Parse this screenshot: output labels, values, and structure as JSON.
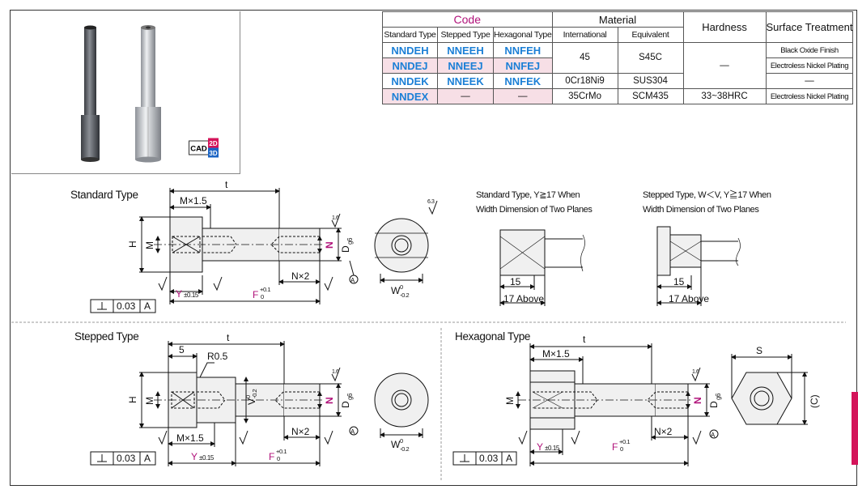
{
  "table": {
    "code_header": "Code",
    "material_header": "Material",
    "hardness_header": "Hardness",
    "surface_header": "Surface Treatment",
    "sub_headers": [
      "Standard Type",
      "Stepped Type",
      "Hexagonal Type",
      "International",
      "Equivalent"
    ],
    "rows": [
      {
        "standard": "NNDEH",
        "stepped": "NNEEH",
        "hexagonal": "NNFEH",
        "surface": "Black Oxide Finish"
      },
      {
        "standard": "NNDEJ",
        "stepped": "NNEEJ",
        "hexagonal": "NNFEJ",
        "surface": "Electroless Nickel Plating"
      },
      {
        "standard": "NNDEK",
        "stepped": "NNEEK",
        "hexagonal": "NNFEK",
        "international": "0Cr18Ni9",
        "equivalent": "SUS304",
        "surface": "—"
      },
      {
        "standard": "NNDEX",
        "stepped": "—",
        "hexagonal": "—",
        "international": "35CrMo",
        "equivalent": "SCM435",
        "hardness": "33~38HRC",
        "surface": "Electroless Nickel Plating"
      }
    ],
    "merged_international": "45",
    "merged_equivalent": "S45C",
    "merged_hardness": "—"
  },
  "cad_badge": {
    "text": "CAD",
    "tag_top": "2D",
    "tag_bottom": "3D"
  },
  "sections": {
    "standard": "Standard Type",
    "stepped": "Stepped Type",
    "hexagonal": "Hexagonal Type",
    "note_standard_1": "Standard Type, Y≧17 When",
    "note_standard_2": "Width Dimension of Two Planes",
    "note_stepped_1": "Stepped Type, W＜V, Y≧17 When",
    "note_stepped_2": "Width Dimension of Two Planes"
  },
  "dims": {
    "t": "t",
    "m15": "M×1.5",
    "h": "H",
    "m": "M",
    "n": "N",
    "d": "D",
    "g6": "g6",
    "y": "Y",
    "y_tol": "±0.15",
    "f": "F",
    "f_up": "+0.1",
    "f_lo": "0",
    "nx2": "N×2",
    "w": "W",
    "w_up": "0",
    "w_lo": "-0.2",
    "v": "V",
    "v_up": "0",
    "v_lo": "-0.2",
    "five": "5",
    "r05": "R0.5",
    "s": "S",
    "c": "(C)",
    "rough16": "1.6",
    "rough63": "6.3",
    "datum": "A",
    "tol_value": "0.03",
    "fifteen": "15",
    "above17": "17 Above"
  },
  "colors": {
    "code": "#1b7fd6",
    "magenta": "#b0127a",
    "highlight": "#f7dfe6",
    "part_fill": "#f0f0f0"
  }
}
